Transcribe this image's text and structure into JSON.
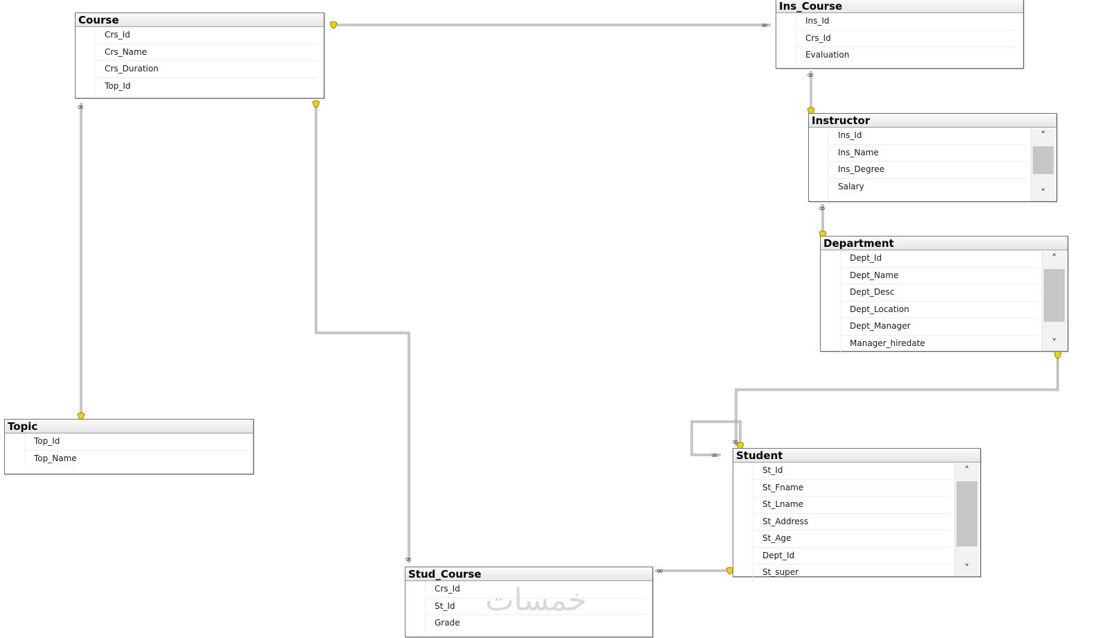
{
  "diagram": {
    "tables": [
      {
        "id": "course",
        "name": "Course",
        "columns": [
          {
            "name": "Crs_Id",
            "pk": true
          },
          {
            "name": "Crs_Name",
            "pk": false
          },
          {
            "name": "Crs_Duration",
            "pk": false
          },
          {
            "name": "Top_Id",
            "pk": false
          }
        ]
      },
      {
        "id": "ins_course",
        "name": "Ins_Course",
        "columns": [
          {
            "name": "Ins_Id",
            "pk": true
          },
          {
            "name": "Crs_Id",
            "pk": true
          },
          {
            "name": "Evaluation",
            "pk": false
          }
        ]
      },
      {
        "id": "instructor",
        "name": "Instructor",
        "columns": [
          {
            "name": "Ins_Id",
            "pk": true
          },
          {
            "name": "Ins_Name",
            "pk": false
          },
          {
            "name": "Ins_Degree",
            "pk": false
          },
          {
            "name": "Salary",
            "pk": false
          }
        ]
      },
      {
        "id": "department",
        "name": "Department",
        "columns": [
          {
            "name": "Dept_Id",
            "pk": true
          },
          {
            "name": "Dept_Name",
            "pk": false
          },
          {
            "name": "Dept_Desc",
            "pk": false
          },
          {
            "name": "Dept_Location",
            "pk": false
          },
          {
            "name": "Dept_Manager",
            "pk": false
          },
          {
            "name": "Manager_hiredate",
            "pk": false
          }
        ]
      },
      {
        "id": "topic",
        "name": "Topic",
        "columns": [
          {
            "name": "Top_Id",
            "pk": true
          },
          {
            "name": "Top_Name",
            "pk": false
          }
        ]
      },
      {
        "id": "student",
        "name": "Student",
        "columns": [
          {
            "name": "St_Id",
            "pk": true
          },
          {
            "name": "St_Fname",
            "pk": false
          },
          {
            "name": "St_Lname",
            "pk": false
          },
          {
            "name": "St_Address",
            "pk": false
          },
          {
            "name": "St_Age",
            "pk": false
          },
          {
            "name": "Dept_Id",
            "pk": false
          },
          {
            "name": "St_super",
            "pk": false
          }
        ]
      },
      {
        "id": "stud_course",
        "name": "Stud_Course",
        "columns": [
          {
            "name": "Crs_Id",
            "pk": true
          },
          {
            "name": "St_Id",
            "pk": true
          },
          {
            "name": "Grade",
            "pk": false
          }
        ]
      }
    ],
    "relationships": [
      {
        "from": "ins_course",
        "to": "course",
        "many": "ins_course",
        "one": "course"
      },
      {
        "from": "ins_course",
        "to": "instructor",
        "many": "ins_course",
        "one": "instructor"
      },
      {
        "from": "instructor",
        "to": "department",
        "many": "instructor",
        "one": "department"
      },
      {
        "from": "course",
        "to": "topic",
        "many": "course",
        "one": "topic"
      },
      {
        "from": "stud_course",
        "to": "course",
        "many": "stud_course",
        "one": "course"
      },
      {
        "from": "stud_course",
        "to": "student",
        "many": "stud_course",
        "one": "student"
      },
      {
        "from": "student",
        "to": "department",
        "many": "student",
        "one": "department"
      },
      {
        "from": "student",
        "to": "student",
        "many": "student",
        "one": "student"
      }
    ],
    "colors": {
      "key_fill": "#f2d200",
      "key_stroke": "#7a6a00",
      "connector": "#8c8c8c",
      "border": "#6f6f6f"
    },
    "watermark": "خمسات"
  }
}
